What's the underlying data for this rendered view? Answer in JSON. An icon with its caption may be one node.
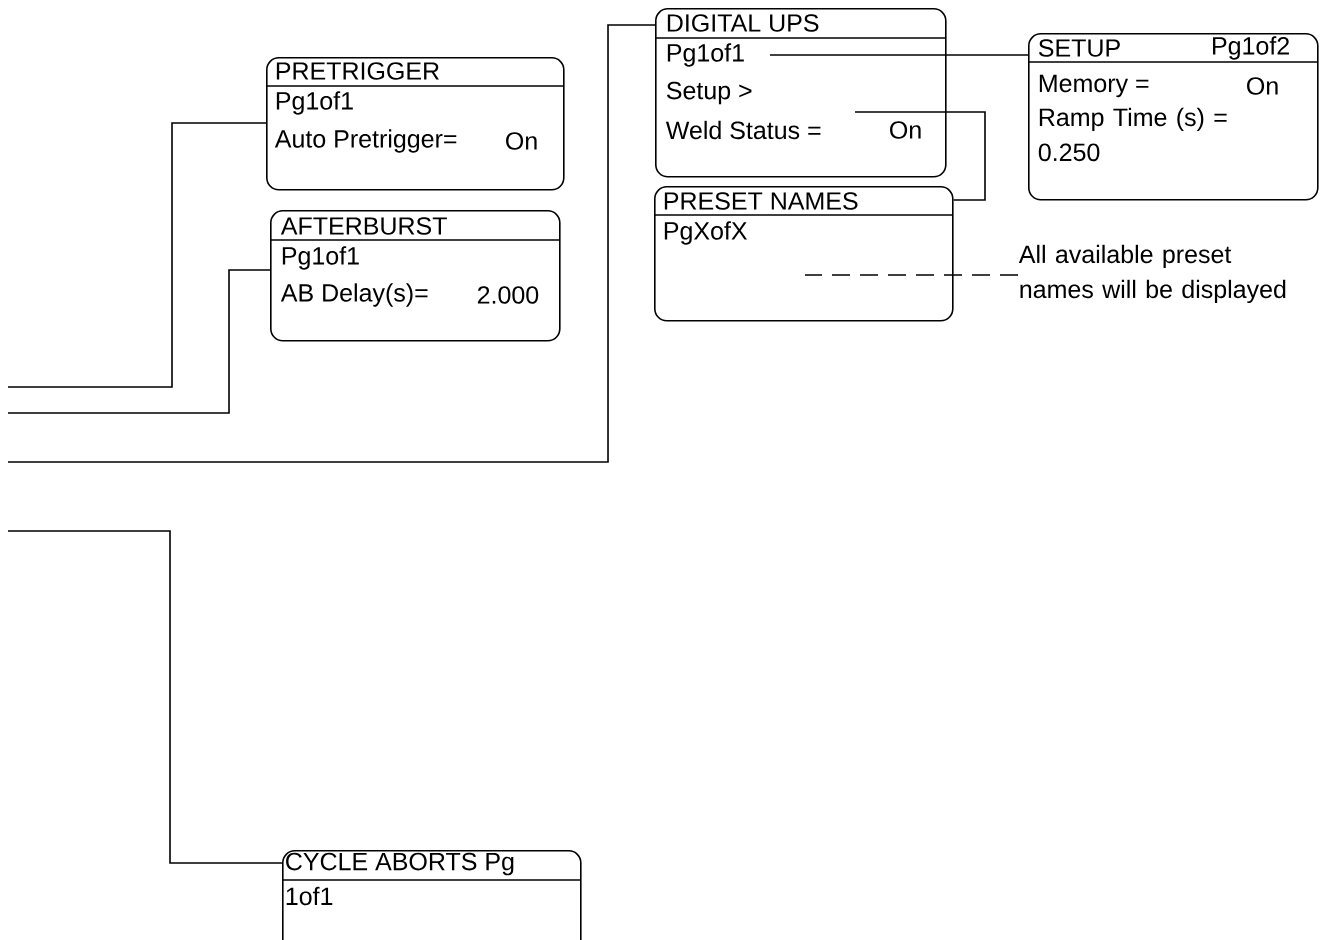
{
  "diagram": {
    "nodes": [
      {
        "text": [
          "PRETRIGGER",
          "Pg1of1",
          "Auto Pretrigger=",
          "On"
        ]
      },
      {
        "text": [
          "AFTERBURST",
          "Pg1of1",
          "AB Delay(s)=",
          "2.000"
        ]
      },
      {
        "text": [
          "DIGITAL UPS",
          "Pg1of1",
          "Setup >",
          "Weld Status =",
          "On"
        ]
      },
      {
        "text": [
          "SETUP",
          "Pg1of2",
          "Memory =",
          "On",
          "Ramp Time (s) = 0.250"
        ]
      },
      {
        "text": [
          "PRESET NAMES",
          "PgXofX"
        ]
      },
      {
        "text": [
          "All available preset names will be displayed"
        ]
      },
      {
        "text": [
          "CYCLE ABORTS Pg",
          "1of1"
        ]
      }
    ],
    "edges": [
      {
        "from": null,
        "to": 0,
        "arrow": "none"
      },
      {
        "from": null,
        "to": 1,
        "arrow": "none"
      },
      {
        "from": null,
        "to": 2,
        "arrow": "none"
      },
      {
        "from": null,
        "to": 6,
        "arrow": "none"
      },
      {
        "from": 2,
        "to": 3,
        "arrow": "none"
      },
      {
        "from": 2,
        "to": 4,
        "arrow": "none"
      },
      {
        "from": 5,
        "to": 4,
        "arrow": "none",
        "style": "dashed"
      }
    ]
  }
}
